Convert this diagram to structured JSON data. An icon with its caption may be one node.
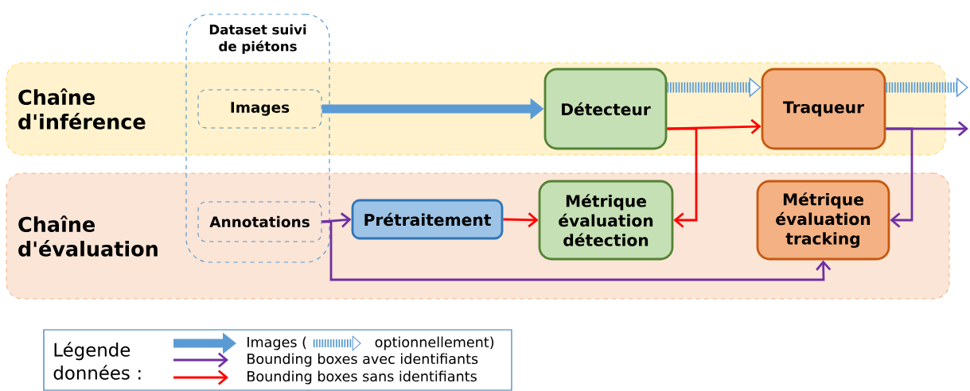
{
  "diagram": {
    "nodes": [
      {
        "text": [
          "Chaîne d'inférence"
        ]
      },
      {
        "text": [
          "Chaîne d'évaluation"
        ]
      },
      {
        "text": [
          "Dataset suivi de piétons"
        ]
      },
      {
        "text": [
          "Images"
        ]
      },
      {
        "text": [
          "Annotations"
        ]
      },
      {
        "text": [
          "Détecteur"
        ],
        "in": 0
      },
      {
        "text": [
          "Traqueur"
        ],
        "in": 0
      },
      {
        "text": [
          "Prétraitement"
        ],
        "in": 1
      },
      {
        "text": [
          "Métrique évaluation détection"
        ],
        "in": 1
      },
      {
        "text": [
          "Métrique évaluation tracking"
        ],
        "in": 1
      }
    ],
    "edges": [
      {
        "from": 3,
        "to": 5,
        "arrow": "to",
        "style": "thick",
        "color": "#5b9bd5"
      },
      {
        "from": 5,
        "to": 6,
        "arrow": "to",
        "style": "dashed",
        "color": "#5b9bd5"
      },
      {
        "from": 6,
        "to": null,
        "arrow": "to",
        "style": "dashed",
        "color": "#5b9bd5"
      },
      {
        "from": 5,
        "to": 6,
        "arrow": "to",
        "color": "#ff0000"
      },
      {
        "from": 5,
        "to": 8,
        "arrow": "to",
        "color": "#ff0000"
      },
      {
        "from": 6,
        "to": null,
        "arrow": "to",
        "color": "#7030a0"
      },
      {
        "from": 6,
        "to": 9,
        "arrow": "to",
        "color": "#7030a0"
      },
      {
        "from": 4,
        "to": 7,
        "arrow": "to",
        "color": "#7030a0"
      },
      {
        "from": 4,
        "to": 9,
        "arrow": "to",
        "color": "#7030a0"
      },
      {
        "from": 7,
        "to": 8,
        "arrow": "to",
        "color": "#ff0000"
      }
    ],
    "labels": [
      "Légende données :",
      "optionnellement)"
    ],
    "legend": [
      {
        "text": "Images ("
      },
      {
        "text": "Bounding boxes avec identifiants"
      },
      {
        "text": "Bounding boxes sans identifiants"
      }
    ]
  }
}
